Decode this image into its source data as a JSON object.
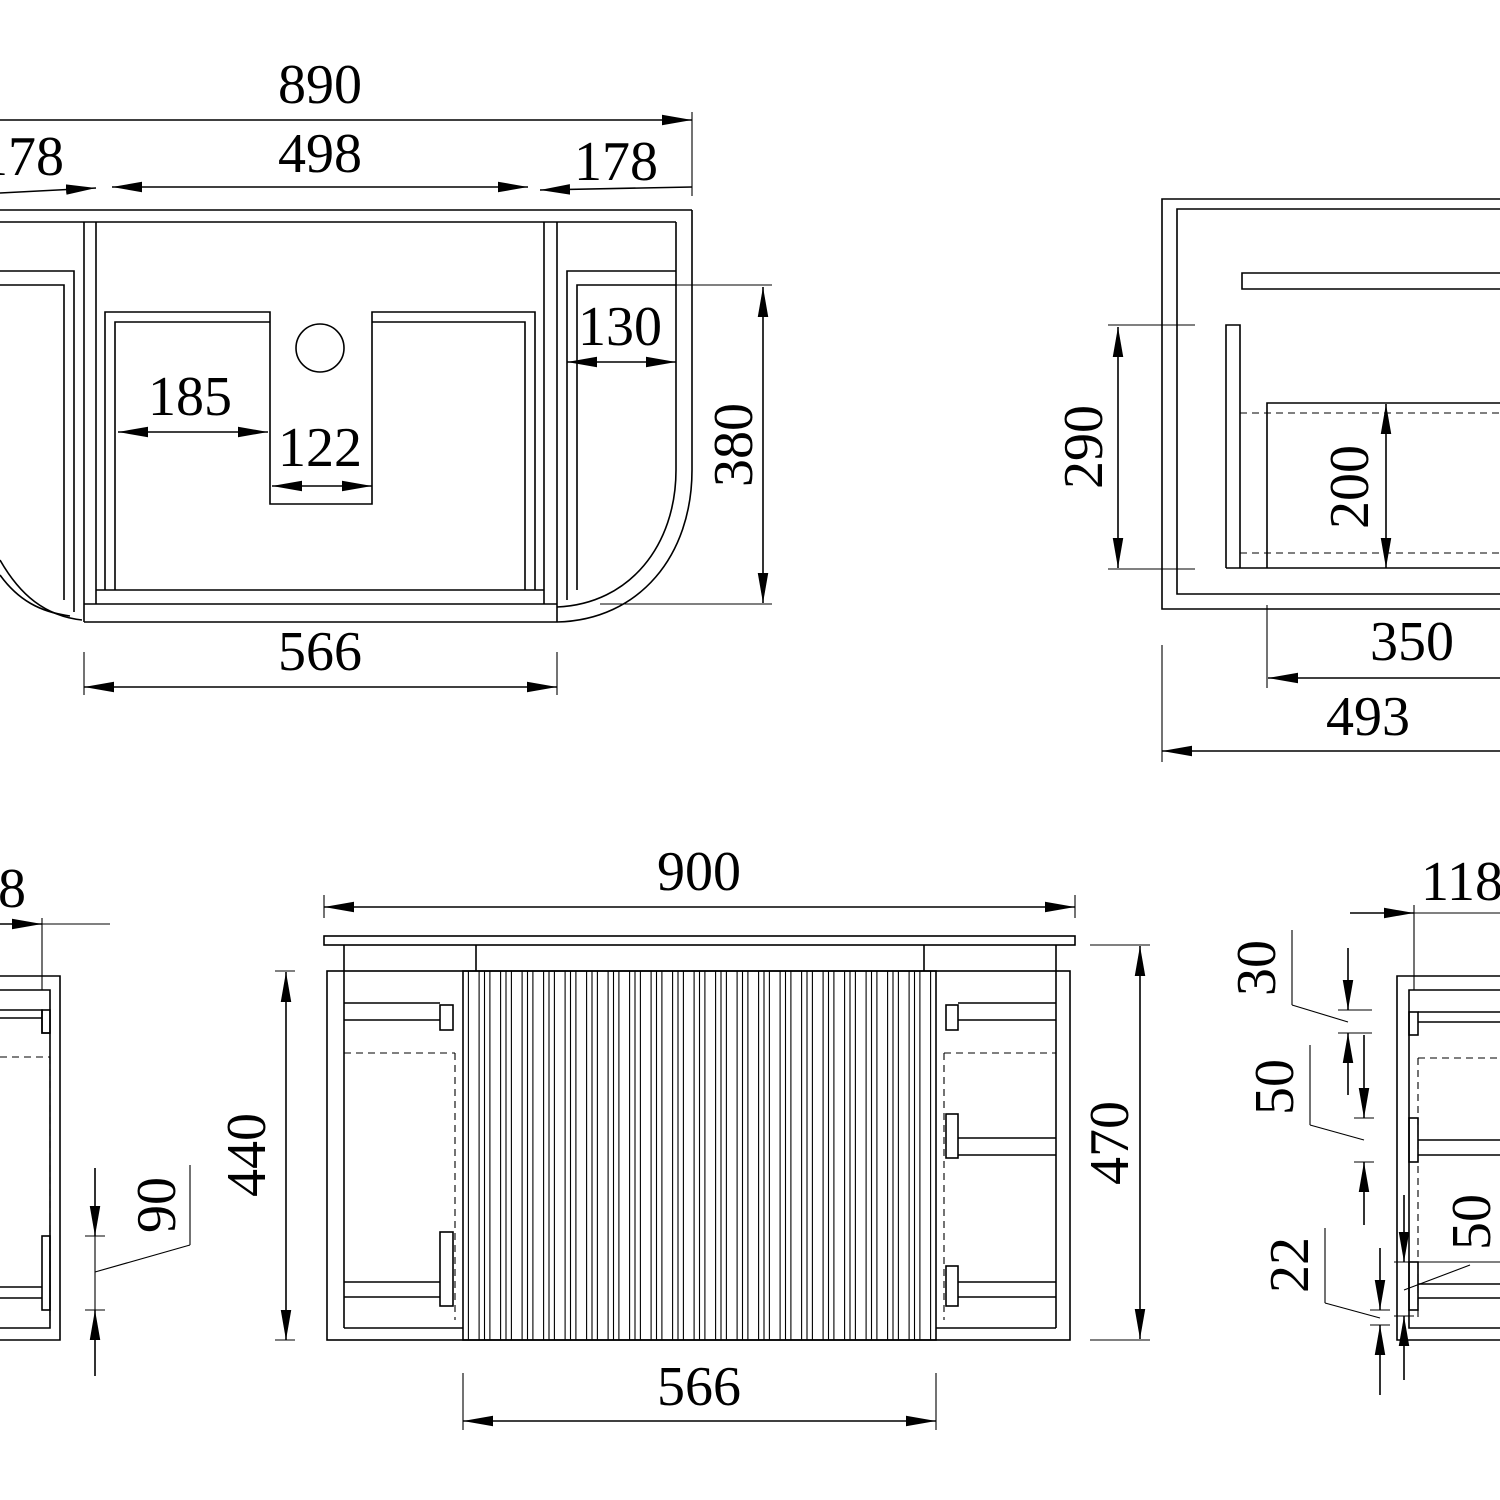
{
  "top_view": {
    "overall_width": "890",
    "side_left": "178",
    "centre_width": "498",
    "side_right": "178",
    "side_panel_width": "130",
    "depth": "380",
    "left_shelf": "185",
    "cutout": "122",
    "base_width": "566"
  },
  "side_view": {
    "height": "290",
    "drawer_height": "200",
    "drawer_depth": "350",
    "overall_depth": "493"
  },
  "front_view": {
    "overall_width": "900",
    "body_height": "440",
    "overall_height": "470",
    "door_width": "566"
  },
  "left_detail": {
    "offset": "8",
    "handle": "90"
  },
  "right_detail": {
    "offset": "118",
    "top_gap": "30",
    "gap_a": "50",
    "gap_b": "50",
    "bottom_gap": "22"
  }
}
